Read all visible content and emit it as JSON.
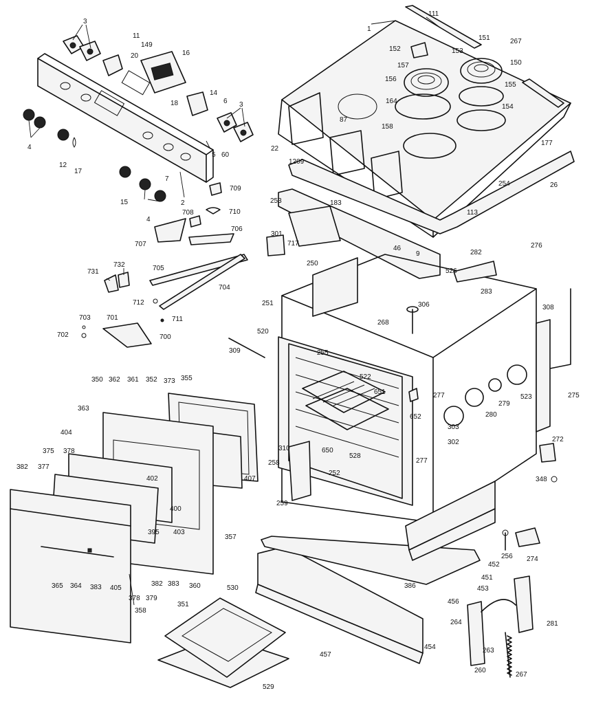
{
  "diagram": {
    "callouts": [
      "1",
      "3",
      "4",
      "5",
      "6",
      "7",
      "9",
      "11",
      "12",
      "14",
      "15",
      "16",
      "17",
      "18",
      "20",
      "22",
      "26",
      "46",
      "60",
      "87",
      "111",
      "149",
      "150",
      "151",
      "152",
      "153",
      "154",
      "155",
      "156",
      "157",
      "158",
      "164",
      "177",
      "183",
      "250",
      "251",
      "252",
      "253",
      "254",
      "255",
      "256",
      "258",
      "259",
      "260",
      "261",
      "263",
      "264",
      "267",
      "268",
      "272",
      "274",
      "275",
      "276",
      "277",
      "279",
      "280",
      "281",
      "282",
      "283",
      "301",
      "302",
      "303",
      "306",
      "308",
      "309",
      "310",
      "348",
      "350",
      "351",
      "352",
      "355",
      "357",
      "358",
      "360",
      "361",
      "362",
      "363",
      "364",
      "365",
      "373",
      "375",
      "377",
      "378",
      "379",
      "382",
      "383",
      "386",
      "395",
      "400",
      "402",
      "403",
      "404",
      "405",
      "407",
      "451",
      "452",
      "453",
      "454",
      "456",
      "457",
      "520",
      "522",
      "523",
      "526",
      "528",
      "529",
      "530",
      "650",
      "651",
      "652",
      "700",
      "701",
      "702",
      "703",
      "704",
      "705",
      "706",
      "707",
      "708",
      "709",
      "710",
      "711",
      "712",
      "717",
      "731",
      "732",
      "1209"
    ]
  }
}
